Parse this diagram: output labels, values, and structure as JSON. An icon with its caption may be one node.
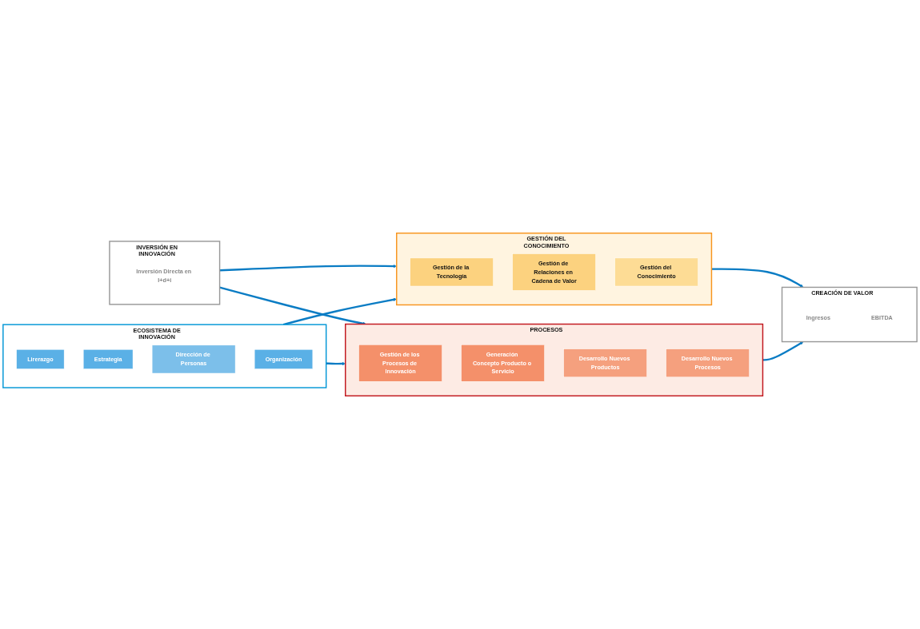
{
  "diagram": {
    "nodes": [
      {
        "text": [
          "INVERSIÓN EN INNOVACIÓN"
        ]
      },
      {
        "text": [
          "Inversión Directa en I+d+i"
        ],
        "in": 0
      },
      {
        "text": [
          "ECOSISTEMA DE INNOVACIÓN"
        ]
      },
      {
        "text": [
          "Lirerazgo"
        ],
        "in": 2
      },
      {
        "text": [
          "Estrategia"
        ],
        "in": 2
      },
      {
        "text": [
          "Dirección de Personas"
        ],
        "in": 2
      },
      {
        "text": [
          "Organización"
        ],
        "in": 2
      },
      {
        "text": [
          "GESTIÓN DEL CONOCIMIENTO"
        ]
      },
      {
        "text": [
          "Gestión de la Tecnología"
        ],
        "in": 7
      },
      {
        "text": [
          "Gestión de Relaciones en Cadena de Valor"
        ],
        "in": 7
      },
      {
        "text": [
          "Gestión del Conocimiento"
        ],
        "in": 7
      },
      {
        "text": [
          "PROCESOS"
        ]
      },
      {
        "text": [
          "Gestión de los Procesos de Innovación"
        ],
        "in": 11
      },
      {
        "text": [
          "Generación Concepto Producto o Servicio"
        ],
        "in": 11
      },
      {
        "text": [
          "Desarrollo Nuevos Productos"
        ],
        "in": 11
      },
      {
        "text": [
          "Desarrollo Nuevos Procesos"
        ],
        "in": 11
      },
      {
        "text": [
          "CREACIÓN DE VALOR"
        ]
      },
      {
        "text": [
          "Ingresos"
        ],
        "in": 16
      },
      {
        "text": [
          "EBITDA"
        ],
        "in": 16
      }
    ],
    "edges": [
      {
        "from": 0,
        "to": 7,
        "arrow": "to"
      },
      {
        "from": 0,
        "to": 11,
        "arrow": "to"
      },
      {
        "from": 2,
        "to": 7,
        "arrow": "to"
      },
      {
        "from": 2,
        "to": 11,
        "arrow": "to"
      },
      {
        "from": 7,
        "to": 16,
        "arrow": "to"
      },
      {
        "from": 11,
        "to": 16,
        "arrow": "to"
      }
    ]
  }
}
